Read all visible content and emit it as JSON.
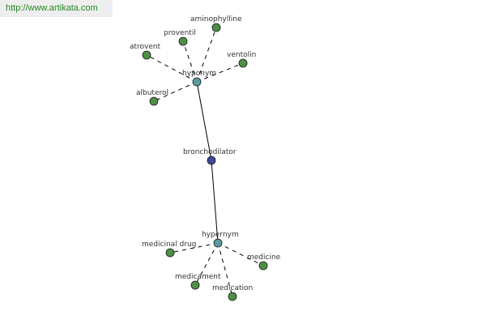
{
  "url": "http://www.artikata.com",
  "colors": {
    "root": "#3b4a9a",
    "hub": "#5a9aa0",
    "leaf": "#4f8f46",
    "url_text": "#228b22"
  },
  "nodes": {
    "root": {
      "label": "bronchodilator"
    },
    "hub_top": {
      "label": "hyponym"
    },
    "hub_bottom": {
      "label": "hypernym"
    },
    "aminophylline": {
      "label": "aminophylline"
    },
    "proventil": {
      "label": "proventil"
    },
    "atrovent": {
      "label": "atrovent"
    },
    "ventolin": {
      "label": "ventolin"
    },
    "albuterol": {
      "label": "albuterol"
    },
    "medicinal_drug": {
      "label": "medicinal drug"
    },
    "medicine": {
      "label": "medicine"
    },
    "medicament": {
      "label": "medicament"
    },
    "medication": {
      "label": "medication"
    }
  }
}
